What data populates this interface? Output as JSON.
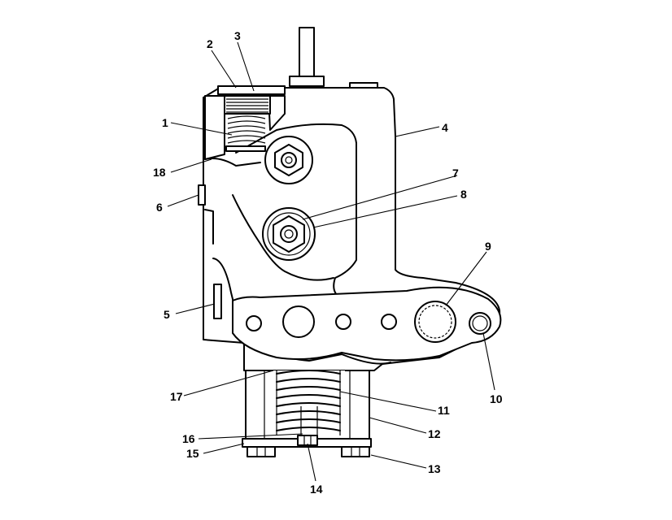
{
  "callouts": [
    {
      "id": "c1",
      "label": "1"
    },
    {
      "id": "c2",
      "label": "2"
    },
    {
      "id": "c3",
      "label": "3"
    },
    {
      "id": "c4",
      "label": "4"
    },
    {
      "id": "c5",
      "label": "5"
    },
    {
      "id": "c6",
      "label": "6"
    },
    {
      "id": "c7",
      "label": "7"
    },
    {
      "id": "c8",
      "label": "8"
    },
    {
      "id": "c9",
      "label": "9"
    },
    {
      "id": "c10",
      "label": "10"
    },
    {
      "id": "c11",
      "label": "11"
    },
    {
      "id": "c12",
      "label": "12"
    },
    {
      "id": "c13",
      "label": "13"
    },
    {
      "id": "c14",
      "label": "14"
    },
    {
      "id": "c15",
      "label": "15"
    },
    {
      "id": "c16",
      "label": "16"
    },
    {
      "id": "c17",
      "label": "17"
    },
    {
      "id": "c18",
      "label": "18"
    }
  ],
  "colors": {
    "line": "#000000",
    "background": "#ffffff"
  }
}
